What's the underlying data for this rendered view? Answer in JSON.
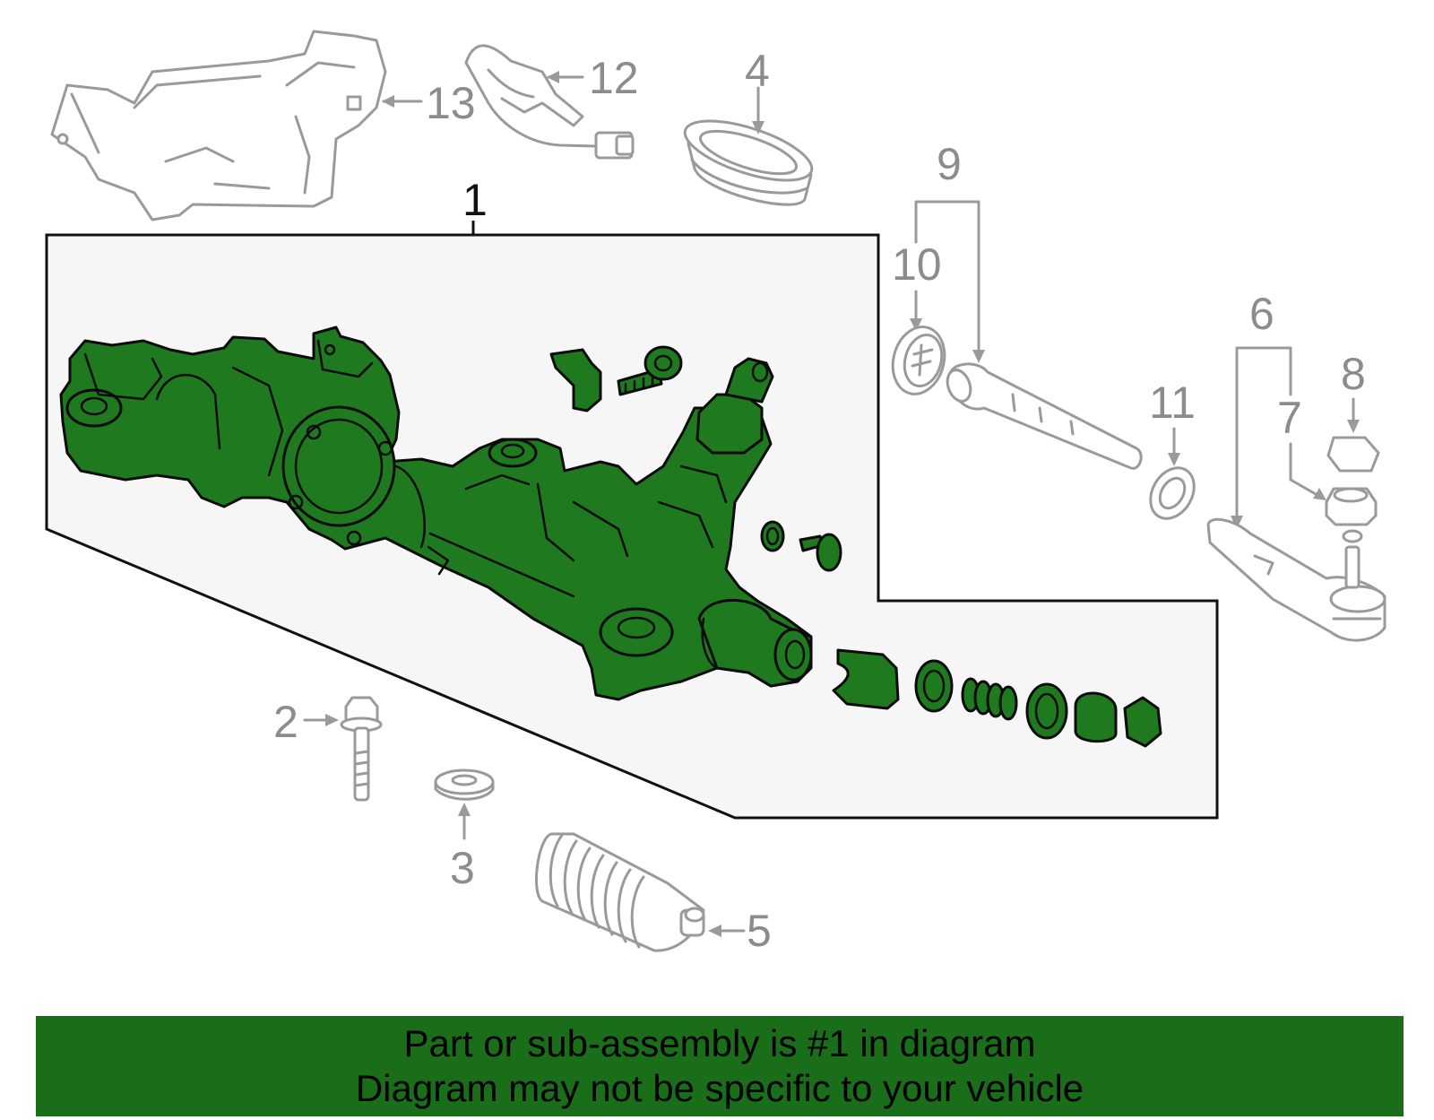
{
  "colors": {
    "highlight": "#1f7a1f",
    "panel": "#f6f6f6",
    "banner": "#1a6e1a",
    "other_parts": "#9a9a9a",
    "outline": "#0b0b0b"
  },
  "callouts": {
    "c1": "1",
    "c2": "2",
    "c3": "3",
    "c4": "4",
    "c5": "5",
    "c6": "6",
    "c7": "7",
    "c8": "8",
    "c9": "9",
    "c10": "10",
    "c11": "11",
    "c12": "12",
    "c13": "13"
  },
  "banner": {
    "line1": "Part or sub-assembly is #1 in diagram",
    "line2": "Diagram may not be specific to your vehicle"
  }
}
